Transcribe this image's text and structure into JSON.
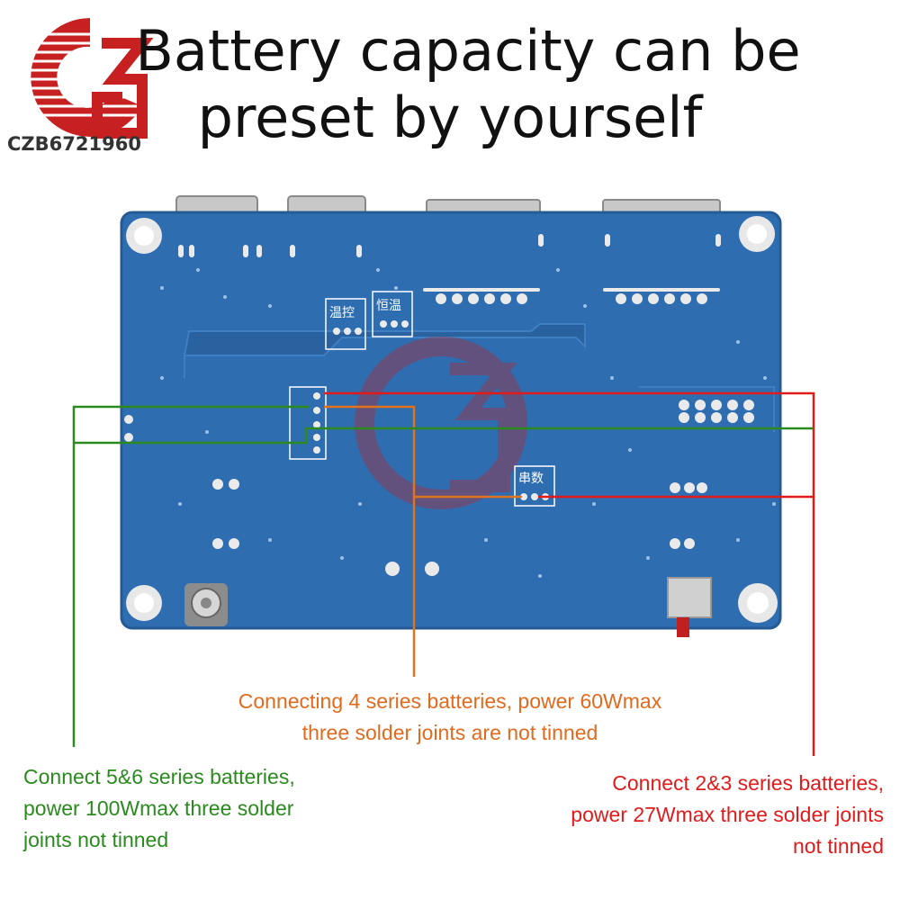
{
  "title": {
    "line1": "Battery capacity can be",
    "line2": "preset by yourself"
  },
  "logo": {
    "text": "CZB6721960"
  },
  "board": {
    "silkscreen_labels": [
      "温控",
      "恒温",
      "串数"
    ],
    "colors": {
      "pcb": "#2e6db0",
      "orange_line": "#e0741e",
      "green_line": "#2a8a1e",
      "red_line": "#e01b1b"
    }
  },
  "captions": {
    "orange": {
      "line1": "Connecting 4 series batteries, power 60Wmax",
      "line2": "three solder joints are not tinned"
    },
    "green": {
      "line1": "Connect 5&6 series batteries,",
      "line2": "power 100Wmax three solder",
      "line3": "joints not tinned"
    },
    "red": {
      "line1": "Connect 2&3 series batteries,",
      "line2": "power 27Wmax three solder joints",
      "line3": "not tinned"
    }
  }
}
